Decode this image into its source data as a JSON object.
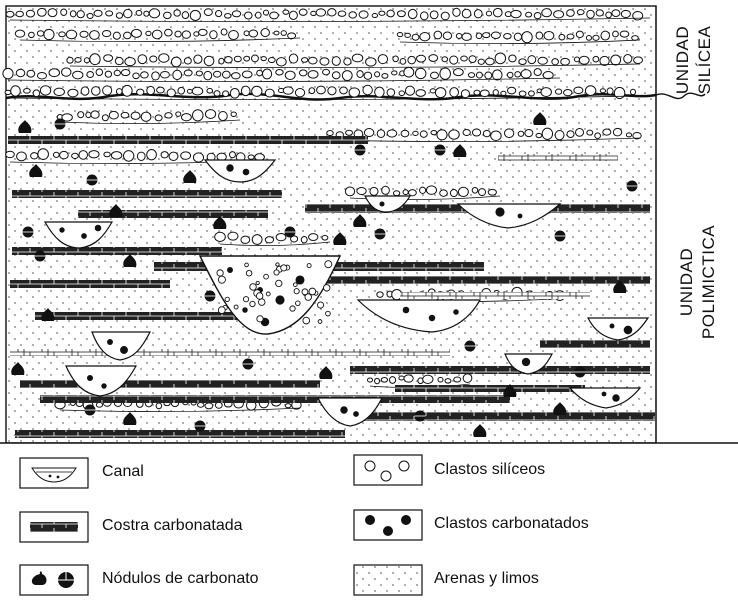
{
  "units": {
    "upper": [
      "UNIDAD",
      "SILÍCEA"
    ],
    "lower": [
      "UNIDAD",
      "POLIMICTICA"
    ]
  },
  "legend": {
    "canal": "Canal",
    "costra": "Costra carbonatada",
    "nodulos": "Nódulos de carbonato",
    "silice": "Clastos silíceos",
    "carbonatados": "Clastos carbonatados",
    "arenas": "Arenas y limos"
  },
  "colors": {
    "ink": "#111111",
    "paper": "#ffffff",
    "dots": "#777777"
  }
}
